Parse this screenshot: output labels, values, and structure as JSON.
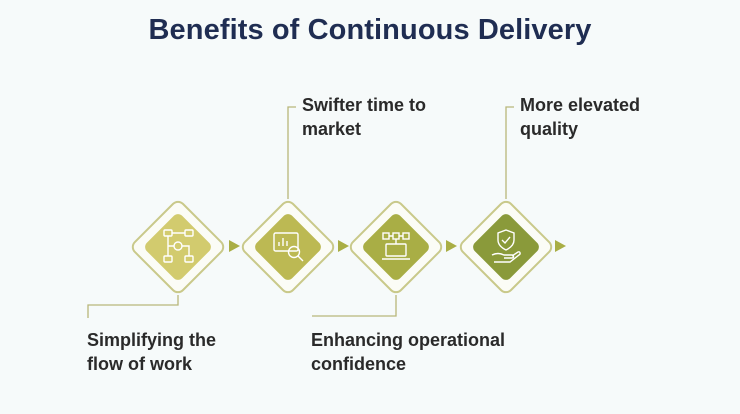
{
  "title": "Benefits of Continuous Delivery",
  "colors": {
    "title": "#1f2d52",
    "outline": "#c9c98a",
    "connector": "#b8b67a",
    "text": "#2a2a2a",
    "steps": [
      "#d2cb6e",
      "#bcb953",
      "#a9ae45",
      "#8a9a3a"
    ]
  },
  "steps": [
    {
      "position": "below",
      "label_lines": [
        "Simplifying the",
        "flow of work"
      ],
      "icon": "workflow-flowchart-icon"
    },
    {
      "position": "above",
      "label_lines": [
        "Swifter time to",
        "market"
      ],
      "icon": "magnifier-chart-icon"
    },
    {
      "position": "below",
      "label_lines": [
        "Enhancing operational",
        "confidence"
      ],
      "icon": "laptop-network-icon"
    },
    {
      "position": "above",
      "label_lines": [
        "More elevated",
        "quality"
      ],
      "icon": "hand-shield-check-icon"
    }
  ]
}
